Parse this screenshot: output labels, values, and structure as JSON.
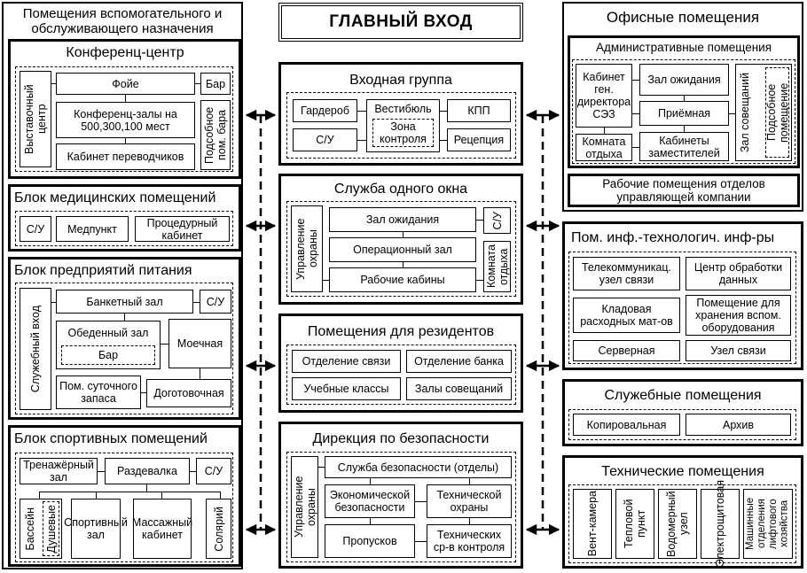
{
  "main_entrance": "ГЛАВНЫЙ ВХОД",
  "aux": {
    "title": "Помещения вспомогательного и обслуживающего назначения",
    "conf": {
      "title": "Конференц-центр",
      "exhibition": "Выставочный центр",
      "foyer": "Фойе",
      "halls": "Конференц-залы на 500,300,100 мест",
      "translators": "Кабинет переводчиков",
      "bar": "Бар",
      "bar_aux": "Подсобное пом. бара"
    },
    "med": {
      "title": "Блок медицинских помещений",
      "wc": "С/У",
      "medpoint": "Медпункт",
      "procedure": "Процедурный кабинет"
    },
    "food": {
      "title": "Блок предприятий питания",
      "service_entry": "Служебный вход",
      "banquet": "Банкетный зал",
      "wc": "С/У",
      "dining": "Обеденный зал",
      "bar": "Бар",
      "dishwash": "Моечная",
      "daily_stock": "Пом. суточного запаса",
      "finishing": "Доготовочная"
    },
    "sport": {
      "title": "Блок спортивных помещений",
      "gym": "Тренажёрный зал",
      "locker": "Раздевалка",
      "wc": "С/У",
      "pool": "Бассейн",
      "showers": "Душевые",
      "sport_hall": "Спортивный зал",
      "massage": "Массажный кабинет",
      "solarium": "Солярий"
    }
  },
  "center": {
    "entry": {
      "title": "Входная группа",
      "cloak": "Гардероб",
      "vestibule": "Вестибюль",
      "control_zone": "Зона контроля",
      "checkpoint": "КПП",
      "wc": "С/У",
      "reception": "Рецепция"
    },
    "one_window": {
      "title": "Служба одного окна",
      "security_mgmt": "Управление охраны",
      "waiting": "Зал ожидания",
      "operation": "Операционный зал",
      "cabins": "Рабочие кабины",
      "wc": "С/У",
      "rest": "Комната отдыха"
    },
    "residents": {
      "title": "Помещения для резидентов",
      "post": "Отделение связи",
      "bank": "Отделение банка",
      "classes": "Учебные классы",
      "meeting": "Залы совещаний"
    },
    "security": {
      "title": "Дирекция по безопасности",
      "security_mgmt": "Управление охраны",
      "service": "Служба безопасности (отделы)",
      "economic": "Экономической безопасности",
      "technical": "Технической охраны",
      "passes": "Пропусков",
      "tech_control": "Технических ср-в контроля"
    }
  },
  "right": {
    "office": {
      "title": "Офисные помещения",
      "admin_title": "Административные помещения",
      "director": "Кабинет ген. директора СЭЗ",
      "waiting": "Зал ожидания",
      "reception": "Приёмная",
      "meeting": "Зал совещаний",
      "meeting_aux": "Подсобное помещение",
      "rest": "Комната отдыха",
      "deputies": "Кабинеты заместителей",
      "workrooms": "Рабочие помещения отделов управляющей компании"
    },
    "it": {
      "title": "Пом. инф.-технологич. инф-ры",
      "telecom": "Телекоммуникац. узел связи",
      "data_center": "Центр обработки данных",
      "storage": "Кладовая расходных мат-ов",
      "aux_equipment": "Помещение для хранения вспом. оборудования",
      "server": "Серверная",
      "comm_node": "Узел связи"
    },
    "service": {
      "title": "Служебные помещения",
      "copy": "Копировальная",
      "archive": "Архив"
    },
    "tech": {
      "title": "Технические помещения",
      "vent": "Вент-камера",
      "heat": "Тепловой пункт",
      "water": "Водомерный узел",
      "elec": "Электрощитовая",
      "lift": "Машинные отделения лифтового хозяйства"
    }
  }
}
